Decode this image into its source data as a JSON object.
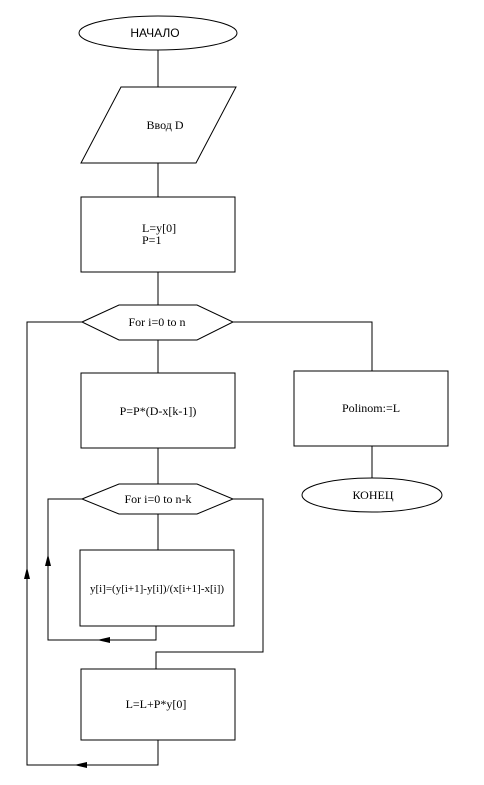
{
  "flowchart": {
    "start": "НАЧАЛО",
    "input": "Ввод D",
    "init": [
      "L=y[0]",
      "P=1"
    ],
    "outer_loop": "For i=0 to n",
    "product_step": "P=P*(D-x[k-1])",
    "inner_loop": "For i=0 to n-k",
    "difference_step": "y[i]=(y[i+1]-y[i])/(x[i+1]-x[i])",
    "accumulate_step": "L=L+P*y[0]",
    "result": "Polinom:=L",
    "end": "КОНЕЦ"
  }
}
